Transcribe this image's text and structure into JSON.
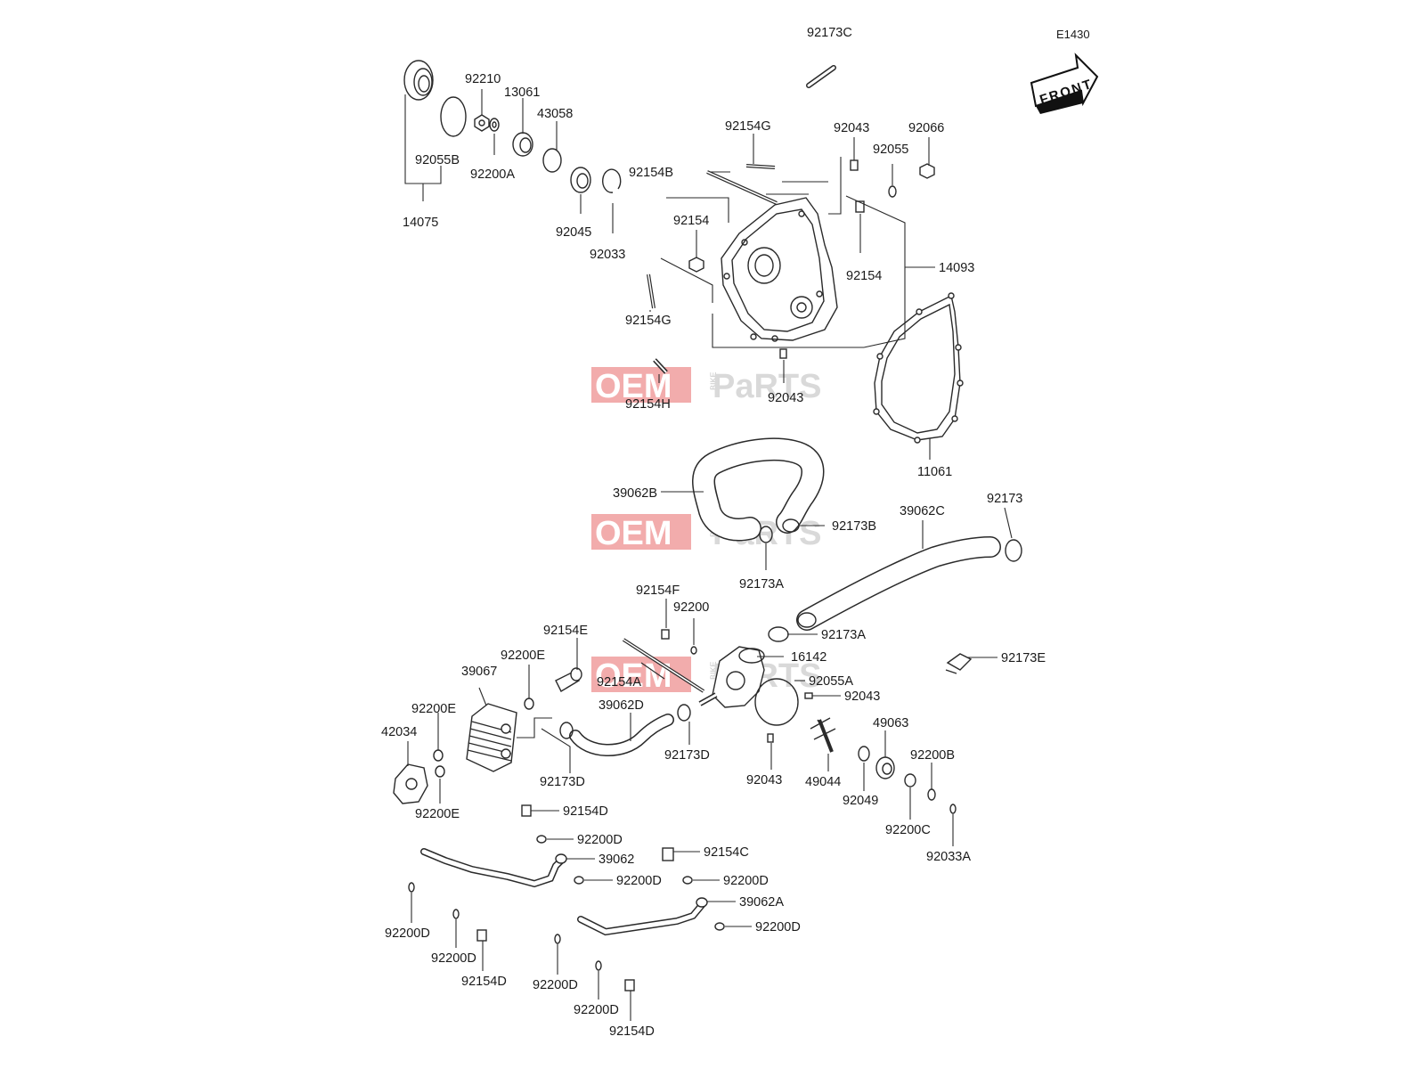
{
  "diagram": {
    "code": "E1430",
    "front_label": "FRONT",
    "watermark": {
      "oem": "OEM",
      "bike": "BIKE",
      "parts": "PaRTS"
    },
    "callouts": [
      {
        "id": "p92173C",
        "label": "92173C"
      },
      {
        "id": "p92210",
        "label": "92210"
      },
      {
        "id": "p13061",
        "label": "13061"
      },
      {
        "id": "p43058",
        "label": "43058"
      },
      {
        "id": "p92055B",
        "label": "92055B"
      },
      {
        "id": "p92200A",
        "label": "92200A"
      },
      {
        "id": "p14075",
        "label": "14075"
      },
      {
        "id": "p92045",
        "label": "92045"
      },
      {
        "id": "p92033",
        "label": "92033"
      },
      {
        "id": "p92154G_top",
        "label": "92154G"
      },
      {
        "id": "p92043_top",
        "label": "92043"
      },
      {
        "id": "p92066",
        "label": "92066"
      },
      {
        "id": "p92055",
        "label": "92055"
      },
      {
        "id": "p92154B",
        "label": "92154B"
      },
      {
        "id": "p92154_left",
        "label": "92154"
      },
      {
        "id": "p92154_right",
        "label": "92154"
      },
      {
        "id": "p14093",
        "label": "14093"
      },
      {
        "id": "p92154G_low",
        "label": "92154G"
      },
      {
        "id": "p92154H",
        "label": "92154H"
      },
      {
        "id": "p92043_mid",
        "label": "92043"
      },
      {
        "id": "p11061",
        "label": "11061"
      },
      {
        "id": "p39062B",
        "label": "39062B"
      },
      {
        "id": "p92173B",
        "label": "92173B"
      },
      {
        "id": "p39062C",
        "label": "39062C"
      },
      {
        "id": "p92173",
        "label": "92173"
      },
      {
        "id": "p92173A_up",
        "label": "92173A"
      },
      {
        "id": "p92154F",
        "label": "92154F"
      },
      {
        "id": "p92200",
        "label": "92200"
      },
      {
        "id": "p92173A_low",
        "label": "92173A"
      },
      {
        "id": "p92154E",
        "label": "92154E"
      },
      {
        "id": "p16142",
        "label": "16142"
      },
      {
        "id": "p92173E",
        "label": "92173E"
      },
      {
        "id": "p92200E_a",
        "label": "92200E"
      },
      {
        "id": "p39067",
        "label": "39067"
      },
      {
        "id": "p92154A",
        "label": "92154A"
      },
      {
        "id": "p92055A",
        "label": "92055A"
      },
      {
        "id": "p39062D",
        "label": "39062D"
      },
      {
        "id": "p92043_low",
        "label": "92043"
      },
      {
        "id": "p92200E_b",
        "label": "92200E"
      },
      {
        "id": "p42034",
        "label": "42034"
      },
      {
        "id": "p49063",
        "label": "49063"
      },
      {
        "id": "p92173D_right",
        "label": "92173D"
      },
      {
        "id": "p92200B",
        "label": "92200B"
      },
      {
        "id": "p92173D_left",
        "label": "92173D"
      },
      {
        "id": "p92043_bot",
        "label": "92043"
      },
      {
        "id": "p49044",
        "label": "49044"
      },
      {
        "id": "p92049",
        "label": "92049"
      },
      {
        "id": "p92200E_c",
        "label": "92200E"
      },
      {
        "id": "p92154D_a",
        "label": "92154D"
      },
      {
        "id": "p92200C",
        "label": "92200C"
      },
      {
        "id": "p92033A",
        "label": "92033A"
      },
      {
        "id": "p92200D_a",
        "label": "92200D"
      },
      {
        "id": "p92154C",
        "label": "92154C"
      },
      {
        "id": "p39062",
        "label": "39062"
      },
      {
        "id": "p92200D_b",
        "label": "92200D"
      },
      {
        "id": "p92200D_c",
        "label": "92200D"
      },
      {
        "id": "p39062A",
        "label": "39062A"
      },
      {
        "id": "p92200D_d",
        "label": "92200D"
      },
      {
        "id": "p92200D_e",
        "label": "92200D"
      },
      {
        "id": "p92200D_f",
        "label": "92200D"
      },
      {
        "id": "p92154D_b",
        "label": "92154D"
      },
      {
        "id": "p92200D_g",
        "label": "92200D"
      },
      {
        "id": "p92200D_h",
        "label": "92200D"
      },
      {
        "id": "p92154D_c",
        "label": "92154D"
      }
    ]
  }
}
